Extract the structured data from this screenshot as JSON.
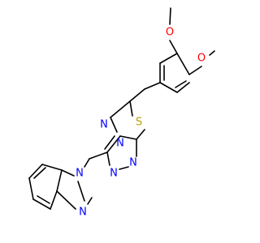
{
  "molecule": {
    "colors": {
      "bond": "#000000",
      "nitrogen": "#0000ff",
      "oxygen": "#ff0000",
      "sulfur": "#b8a000",
      "background": "#ffffff"
    },
    "atoms": {
      "O1": "O",
      "Me1": "",
      "O2": "O",
      "Me2": "",
      "S": "S",
      "N_tz1": "N",
      "N_tz2": "N",
      "N_tz3": "N",
      "N_tz4": "N",
      "N_bim1": "N",
      "N_bim3": "N"
    }
  }
}
